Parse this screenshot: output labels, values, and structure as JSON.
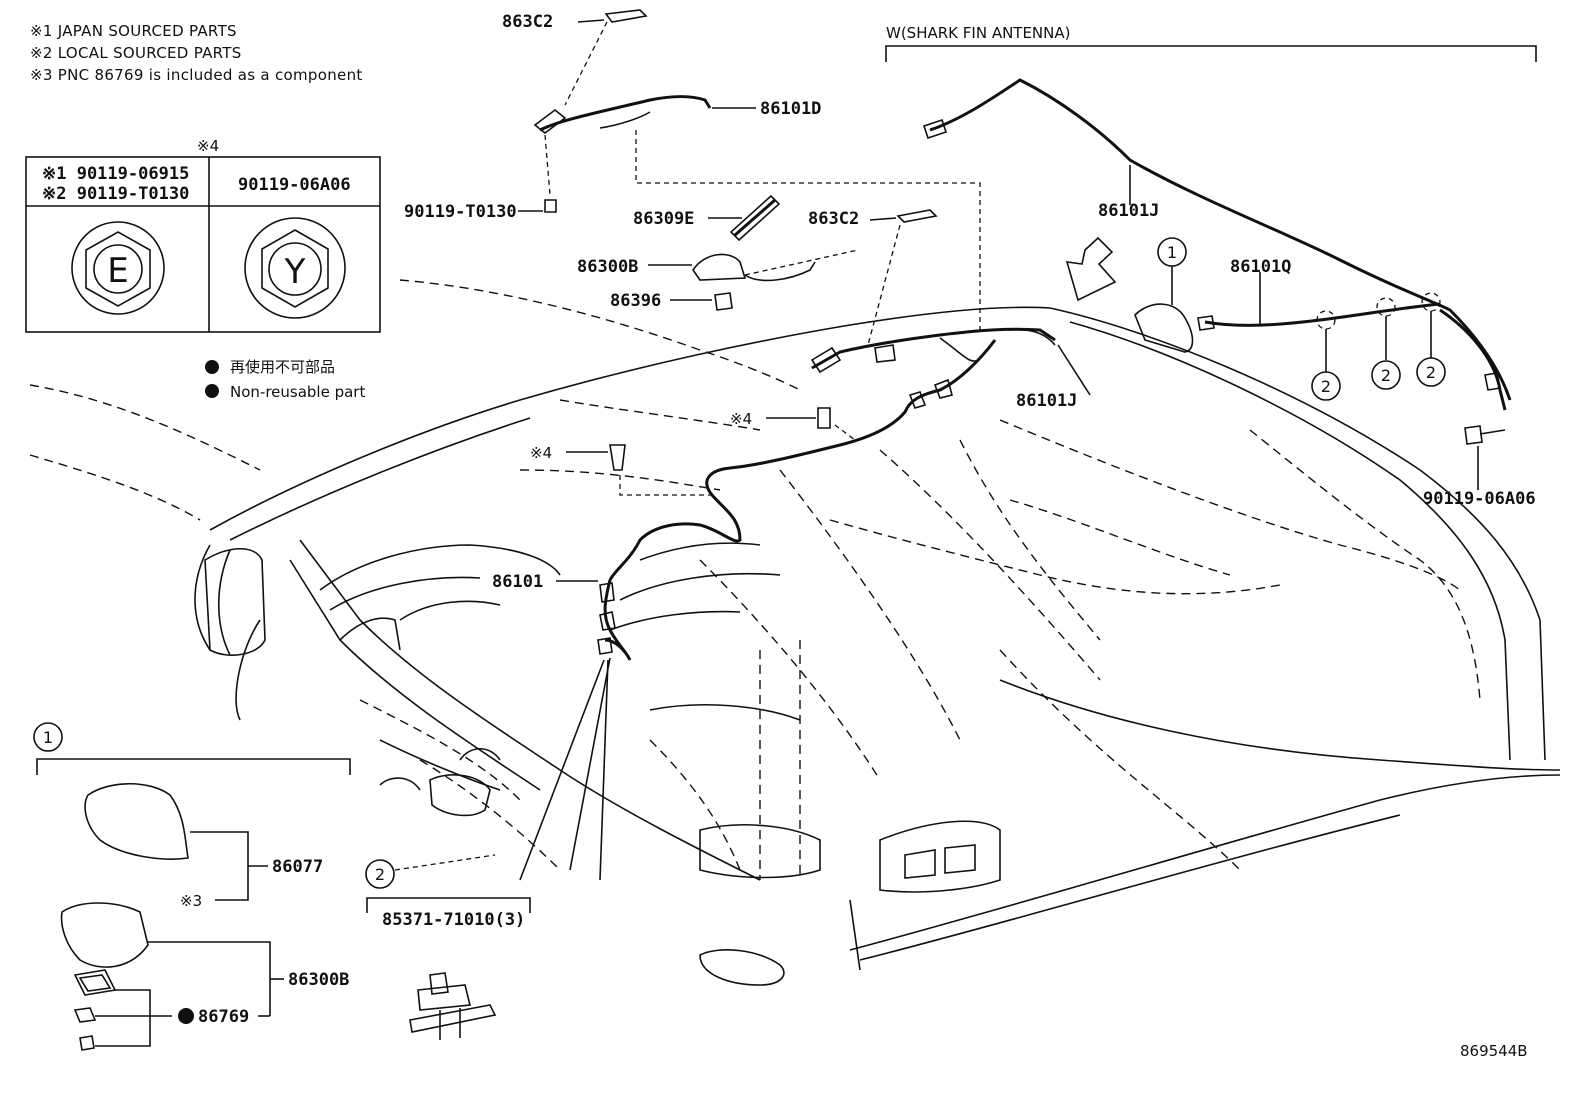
{
  "notes": {
    "n1": "※1 JAPAN SOURCED PARTS",
    "n2": "※2 LOCAL SOURCED PARTS",
    "n3": "※3 PNC 86769 is included as a component"
  },
  "bolt_table": {
    "mark": "※4",
    "left_header_1": "※1 90119-06915",
    "left_header_2": "※2 90119-T0130",
    "right_header": "90119-06A06",
    "left_letter": "E",
    "right_letter": "Y"
  },
  "legend": {
    "jp": "再使用不可部品",
    "en": "Non-reusable part"
  },
  "group_title": "W(SHARK FIN ANTENNA)",
  "parts": {
    "p863C2_top": "863C2",
    "p86101D": "86101D",
    "p90119T0130": "90119-T0130",
    "p86309E": "86309E",
    "p863C2_mid": "863C2",
    "p86300B_top": "86300B",
    "p86396": "86396",
    "p86101J_top": "86101J",
    "p86101Q": "86101Q",
    "p86101J_mid": "86101J",
    "p90119_06A06": "90119-06A06",
    "mark4_a": "※4",
    "mark4_b": "※4",
    "p86101": "86101",
    "p86077": "86077",
    "mark3": "※3",
    "p86300B_bottom": "86300B",
    "p86769": "86769",
    "p85371": "85371-71010(3)",
    "diagram_id": "869544B"
  },
  "circles": {
    "c1_top": "1",
    "c1_bottom": "1",
    "c2_a": "2",
    "c2_b": "2",
    "c2_c": "2",
    "c2_bottom": "2"
  }
}
